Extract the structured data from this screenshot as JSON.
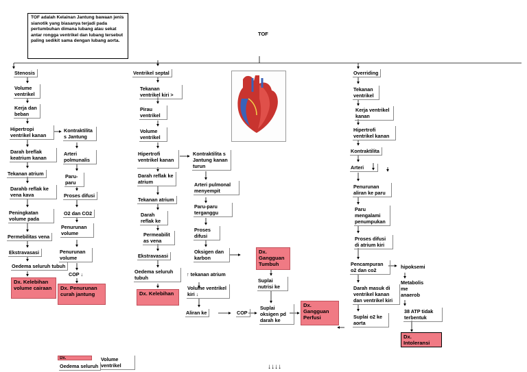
{
  "definition": "TOF adalah Kelainan Jantung bawaan jenis sianotik yang biasanya terjadi pada pertumbuhan dimana lubang atau sekat antar rongga ventrikel dan lubang tersebut paling sedikit sama dengan lubang aorta.",
  "title": "TOF",
  "branch1": {
    "stenosis": "Stenosis",
    "volume_ventrikel": "Volume ventrikel",
    "kerja_beban": "Kerja dan beban",
    "hipertropi": "Hipertropi ventrikel kanan",
    "kontraktilitas": "Kontraktilita s Jantung",
    "arteri_pulmonalis": "Arteri polmunalis",
    "paru": "Paru-paru",
    "proses_difusi": "Proses difusi",
    "o2_co2": "O2 dan CO2",
    "penurunan_volume": "Penurunan volume",
    "penurunan_volume2": "Penurunan volume",
    "cop": "COP ↓",
    "dx_curah": "Dx. Penurunan curah jantung",
    "darah_reflak_atrium": "Darah breflak keatrium kanan",
    "tekanan_atrium": "Tekanan atrium",
    "darah_reflak_vena": "Darahb reflak ke vena kava",
    "peningkatan_volume": "Peningkatan volume pada",
    "permebilitas": "Permebilitas vena",
    "ekstravasasi": "Ekstravasasi",
    "oedema": "Oedema seluruh tubuh",
    "dx_kelebihan": "Dx. Kelebihan volume cairaan"
  },
  "branch2": {
    "ventrikel_septal": "Ventrikel septal",
    "tekanan_ventrikel": "Tekanan ventrikel kiri >",
    "pirau": "Pirau ventrikel",
    "volume_ventrikel": "Volume ventrikel",
    "hipertrofi": "Hipertrofi ventrikel kanan",
    "kontraktilitas": "Kontraktilita s Jantung kanan turun",
    "darah_reflak": "Darah reflak ke atrium",
    "tekanan_atrium": "Tekanan atrium",
    "darah_reflak2": "Darah reflak ke",
    "permeabilitas": "Permeabilit as vena",
    "ekstravasasi": "Ekstravasasi",
    "oedema": "Oedema seluruh tubuh",
    "dx_kelebihan": "Dx. Kelebihan",
    "arteri_pulmonal": "Arteri pulmonal menyempit",
    "paru_terganggu": "Paru-paru terganggu",
    "proses_difusi": "Proses difusi",
    "oksigen_karbon": "Oksigen dan karbon",
    "dx_tumbuh": "Dx. Gangguan Tumbuh",
    "suplai_nutrisi": "Suplai nutrisi ke",
    "tekanan_atrium_kiri": "↑ tekanan atrium",
    "volume_ventrikel_kiri": "Volume ventrikel kiri ↓",
    "aliran": "Aliran ke",
    "cop": "COP",
    "suplai_oksigen": "Suplai oksigen pd darah ke",
    "dx_perfusi": "Dx. Gangguan Perfusi"
  },
  "branch3": {
    "overriding": "Overriding",
    "tekanan_ventrikel": "Tekanan ventrikel",
    "kerja_ventrikel": "Kerja ventrikel kanan",
    "hipertrofi": "Hipertrofi ventrikel kanan",
    "kontraktilita": "Kontraktilita",
    "arteri": "Arteri",
    "penurunan_aliran": "Penurunan aliran ke paru",
    "paru_penumpukan": "Paru mengalami penumpukan",
    "proses_difusi": "Proses difusi di atrium kiri",
    "pencampuran": "Pencampuran o2 dan co2",
    "hipoksemia": "hipoksemi",
    "darah_masuk": "Darah masuk di ventrikel kanan dan ventrikel kiri",
    "suplai_o2": "Suplai o2 ke aorta",
    "metabolisme": "Metabolis me anaerob",
    "atp": "38 ATP tidak terbentuk",
    "dx_intoleransi": "Dx. Intoleransi"
  },
  "bottom": {
    "dx_small": "Dx.",
    "oedema": "Oedema seluruh",
    "volume_ventrikel": "Volume ventrikel",
    "arrows": "↓↓↓↓"
  },
  "colors": {
    "dx_fill": "#f07a84",
    "line": "#000000"
  },
  "image_alt": "heart-diagram"
}
